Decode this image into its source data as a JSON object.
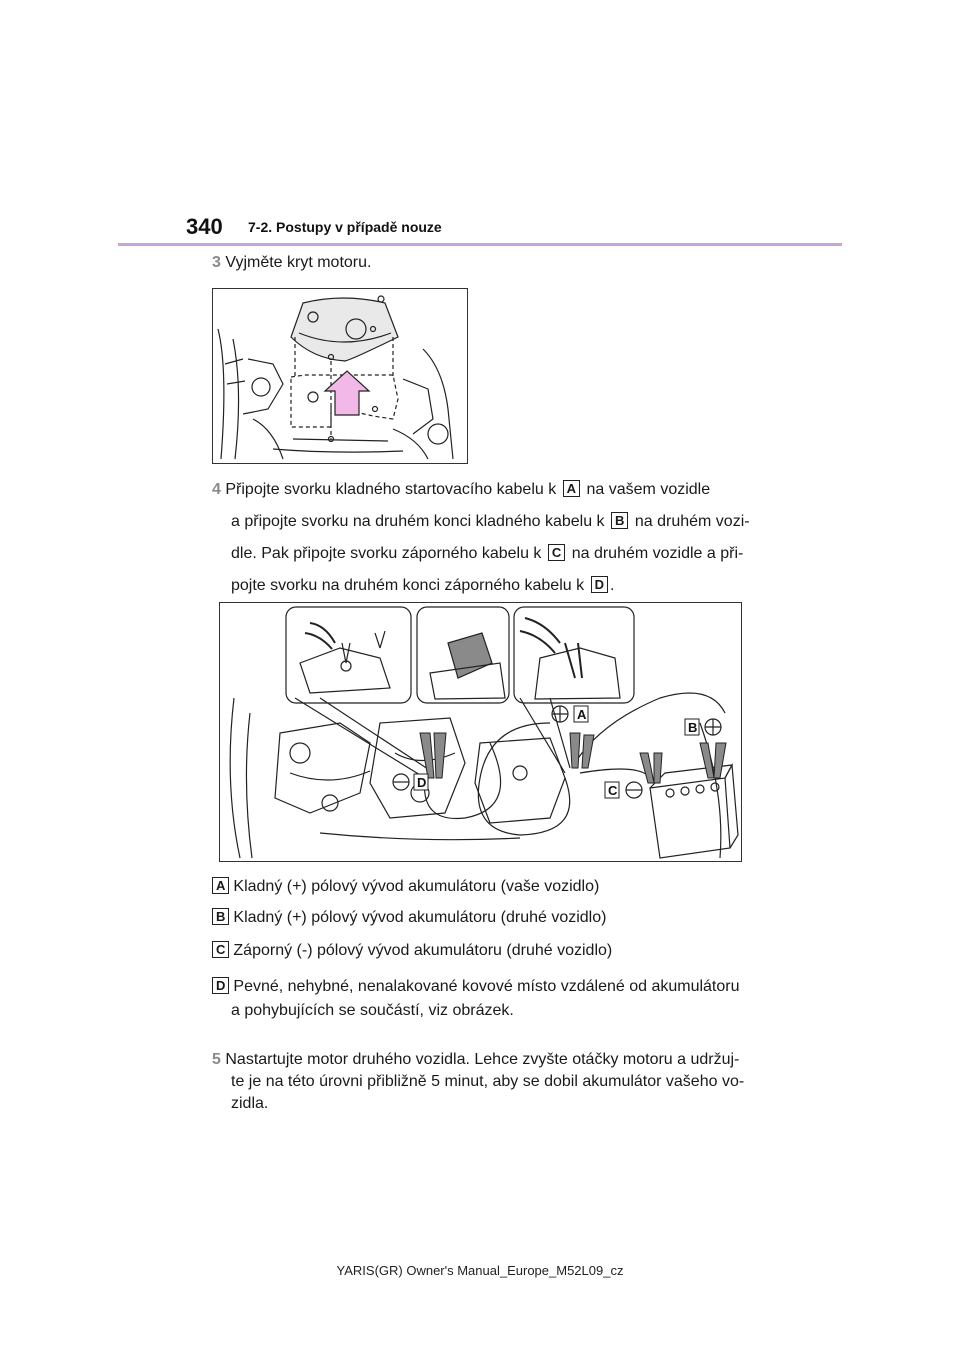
{
  "header": {
    "page_number": "340",
    "section_title": "7-2. Postupy v případě nouze"
  },
  "step3": {
    "number": "3",
    "text": "Vyjměte kryt motoru."
  },
  "step4": {
    "number": "4",
    "line1_pre": "Připojte svorku kladného startovacího kabelu k",
    "line1_post": "na vašem vozidle",
    "line2_pre": "a připojte svorku na druhém konci kladného kabelu k",
    "line2_post": "na druhém vozi-",
    "line3_pre": "dle. Pak připojte svorku záporného kabelu k",
    "line3_post": "na druhém vozidle a při-",
    "line4_pre": "pojte svorku na druhém konci záporného kabelu k",
    "line4_post": "."
  },
  "badges": {
    "a": "A",
    "b": "B",
    "c": "C",
    "d": "D"
  },
  "legend": {
    "a": "Kladný (+) pólový vývod akumulátoru (vaše vozidlo)",
    "b": "Kladný (+) pólový vývod akumulátoru (druhé vozidlo)",
    "c": "Záporný (-) pólový vývod akumulátoru (druhé vozidlo)",
    "d_line1": "Pevné, nehybné, nenalakované kovové místo vzdálené od akumulátoru",
    "d_line2": "a pohybujících se součástí, viz obrázek."
  },
  "step5": {
    "number": "5",
    "line1": "Nastartujte motor druhého vozidla. Lehce zvyšte otáčky motoru a udržuj-",
    "line2": "te je na této úrovni přibližně 5 minut, aby se dobil akumulátor vašeho vo-",
    "line3": "zidla."
  },
  "footer": {
    "text": "YARIS(GR) Owner's Manual_Europe_M52L09_cz"
  },
  "colors": {
    "accent_rule": "#c9a2dd",
    "arrow_fill": "#f2b8e8",
    "step_number": "#8a8a8a"
  }
}
